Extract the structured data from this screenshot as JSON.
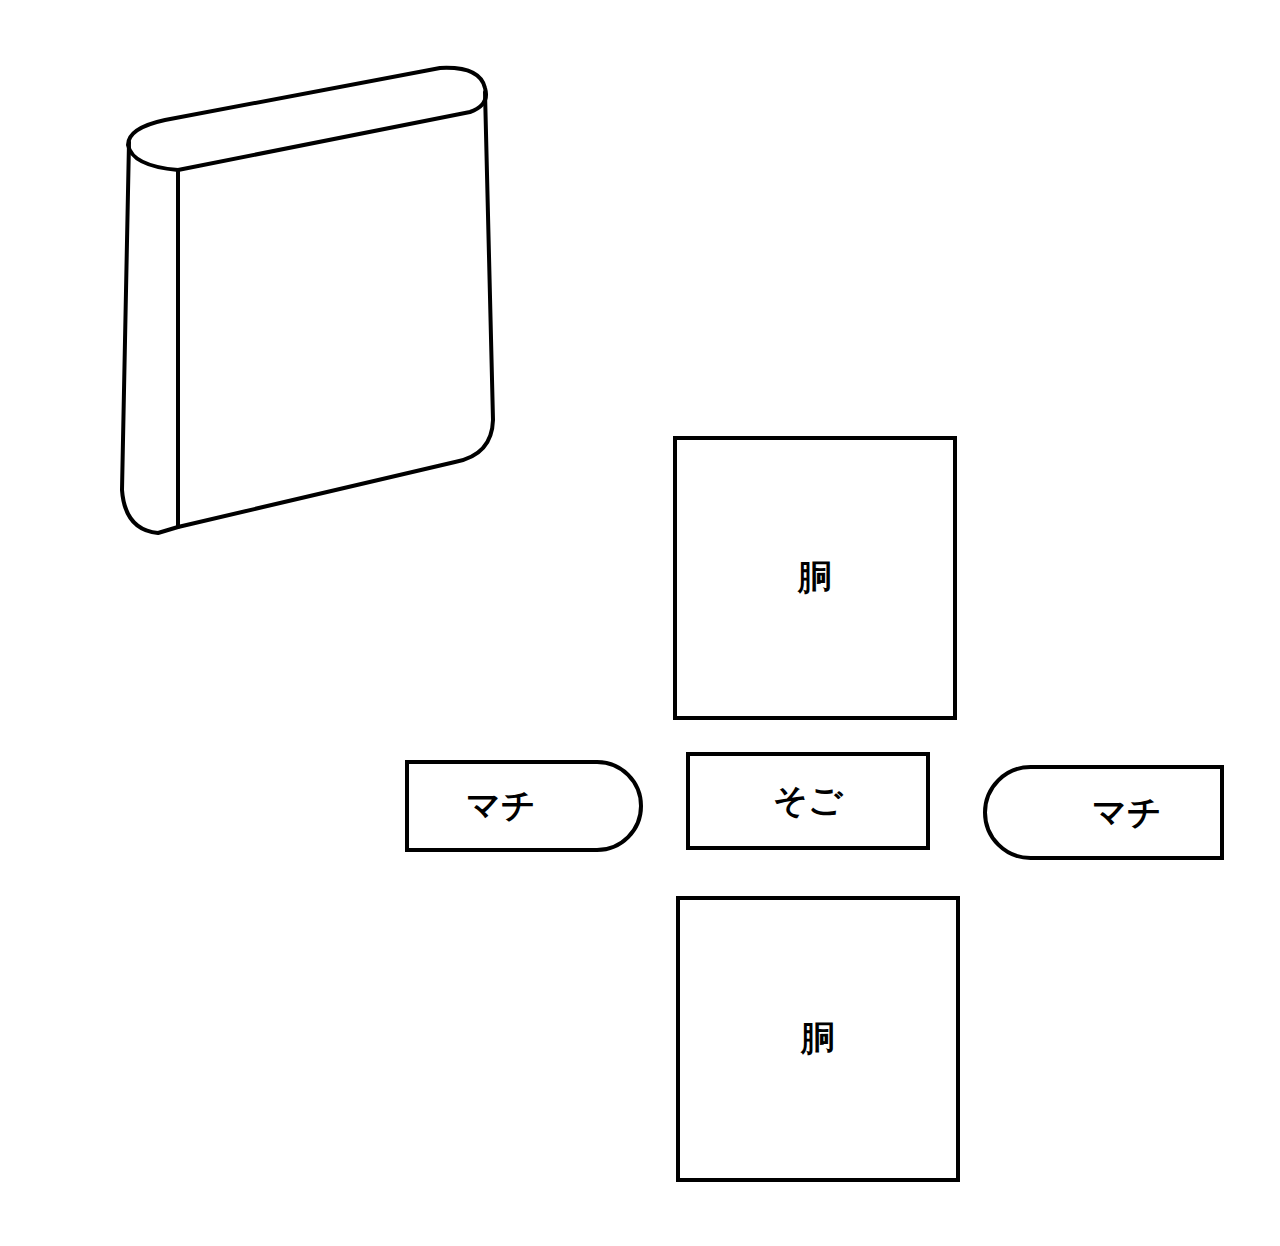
{
  "diagram": {
    "nodes": [
      {
        "text": [
          "胴"
        ]
      },
      {
        "text": [
          "マチ"
        ]
      },
      {
        "text": [
          "そご"
        ]
      },
      {
        "text": [
          "マチ"
        ]
      },
      {
        "text": [
          "胴"
        ]
      }
    ]
  }
}
